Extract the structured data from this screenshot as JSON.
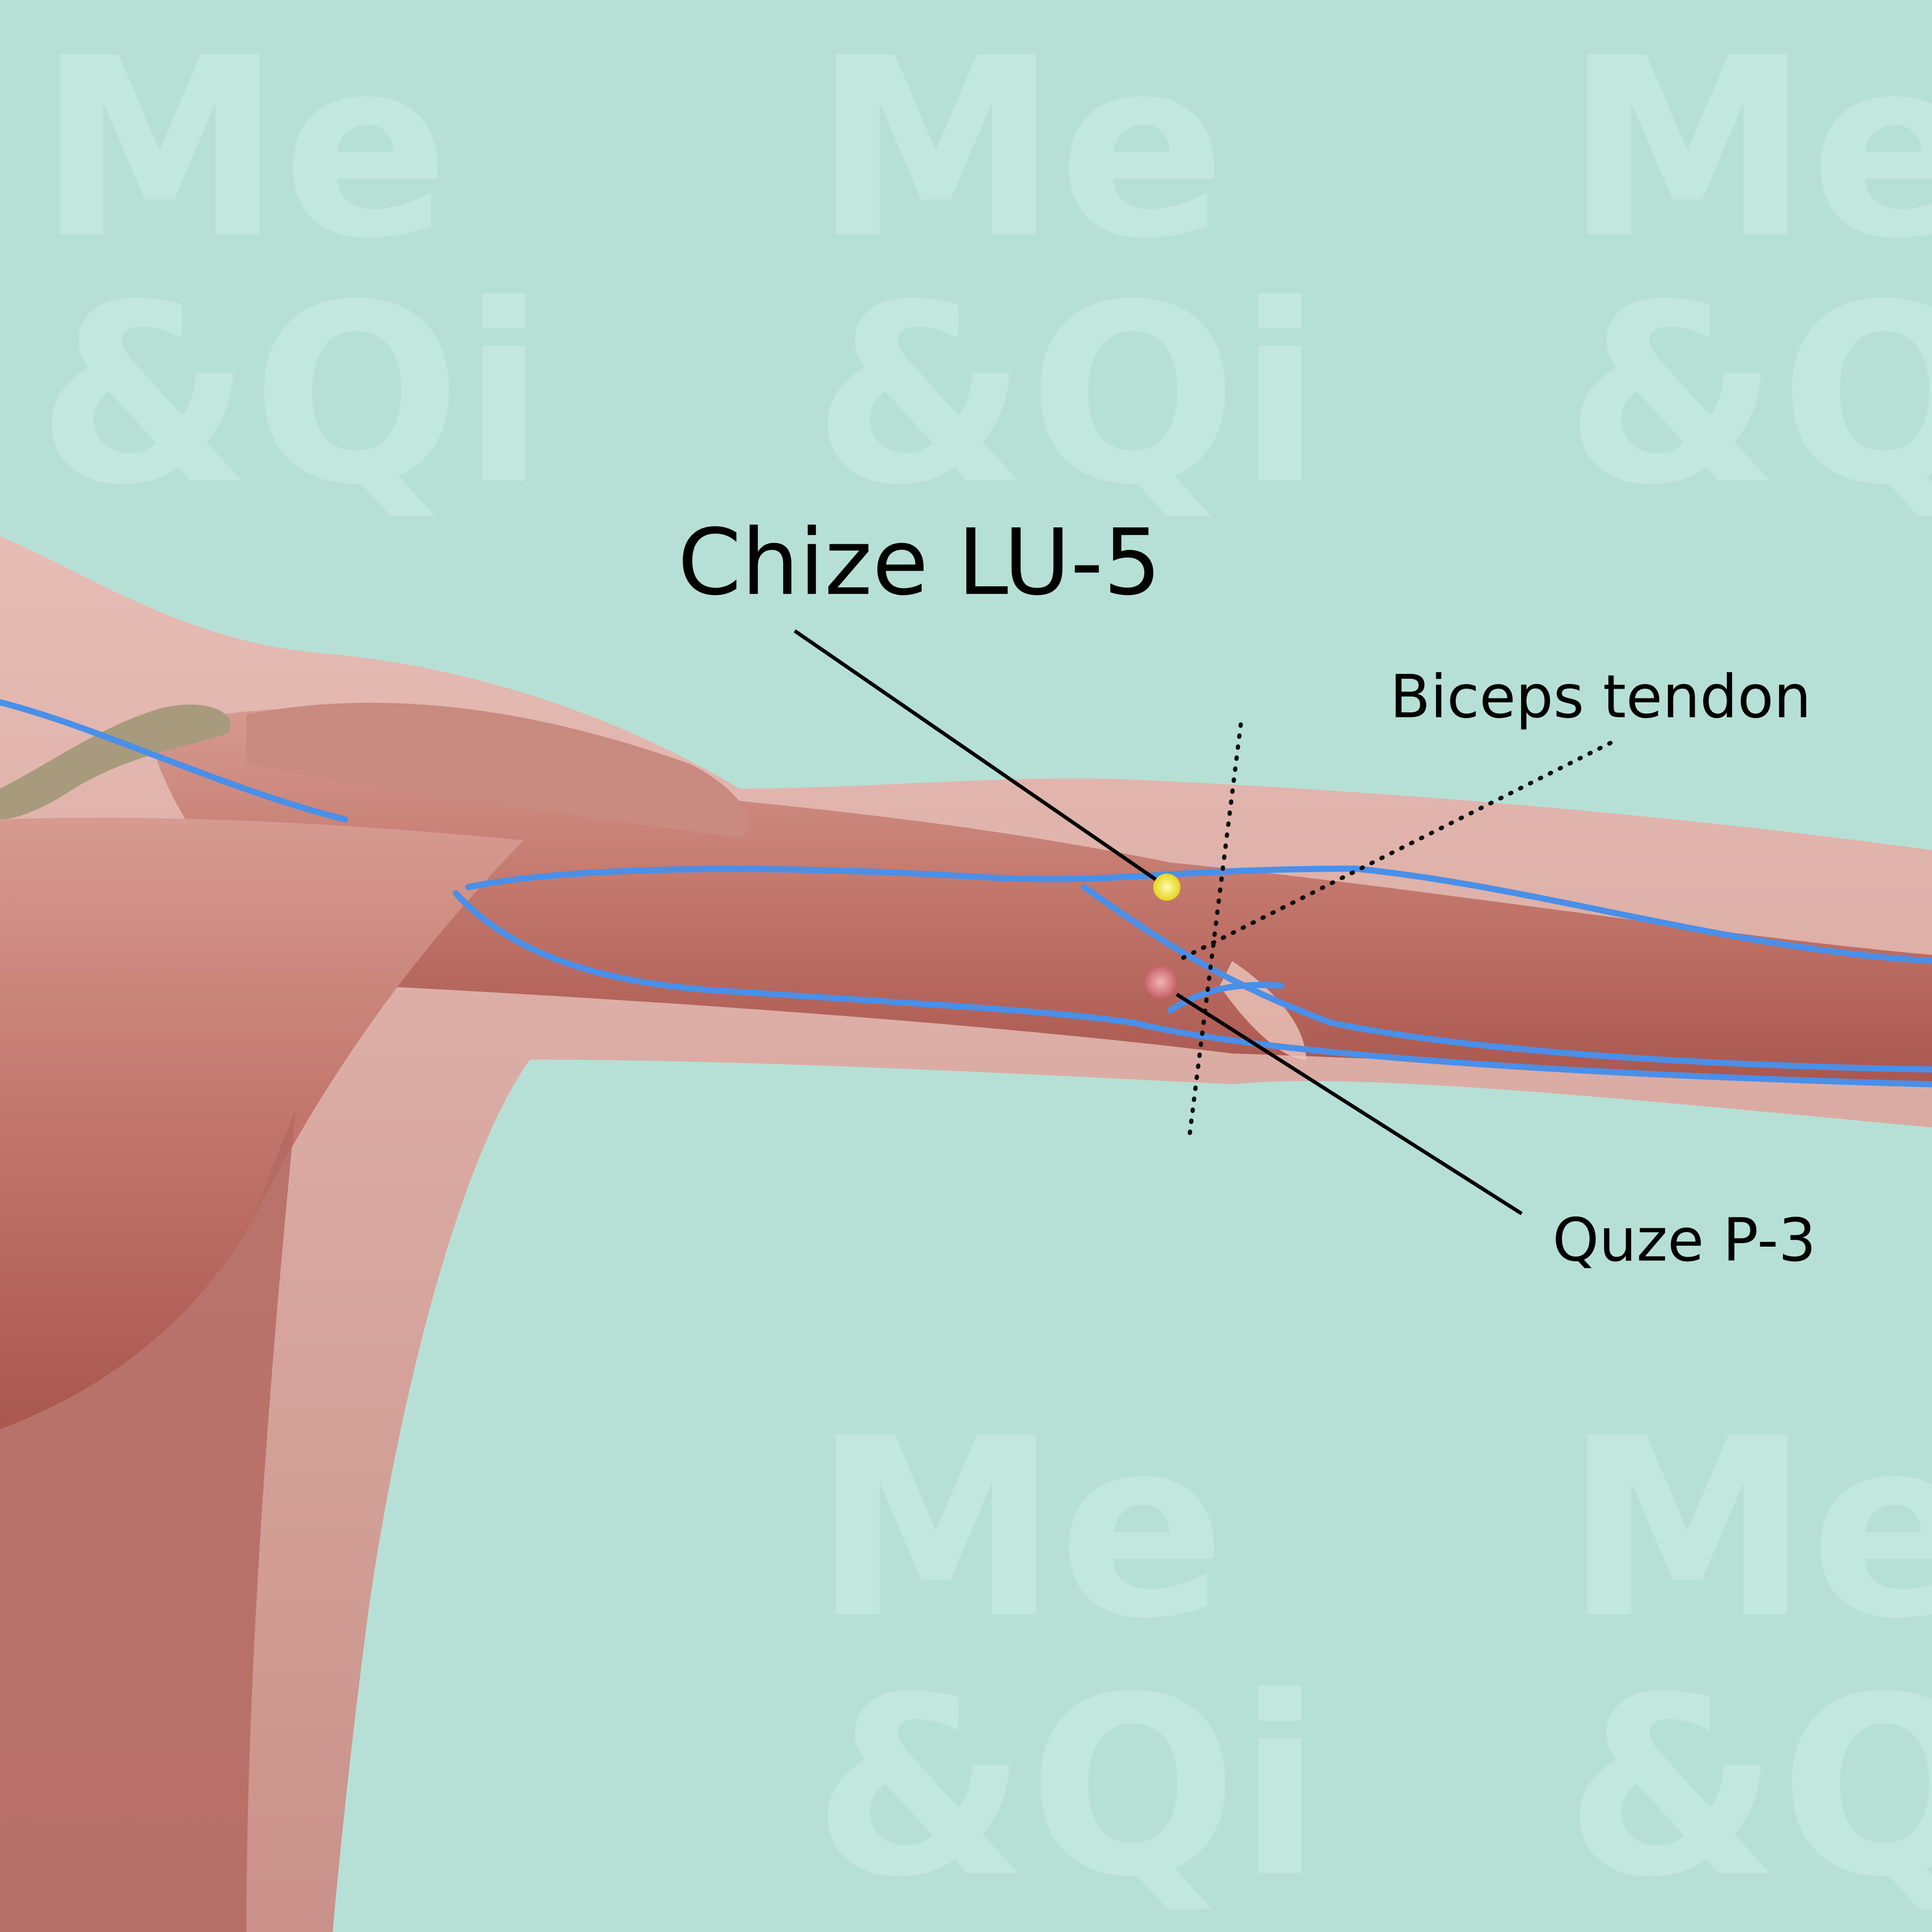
{
  "watermark": {
    "line1": "Me",
    "line2": "&Qi"
  },
  "title": "Chize LU-5",
  "labels": {
    "biceps_tendon": "Biceps tendon",
    "quze": "Quze P-3"
  },
  "colors": {
    "background": "#b6e0d6",
    "point_primary": "#f2e52a",
    "point_secondary": "#d9868a",
    "vessel": "#4a8fe8",
    "muscle": "#c77f74",
    "skin": "#d8a9a1"
  }
}
